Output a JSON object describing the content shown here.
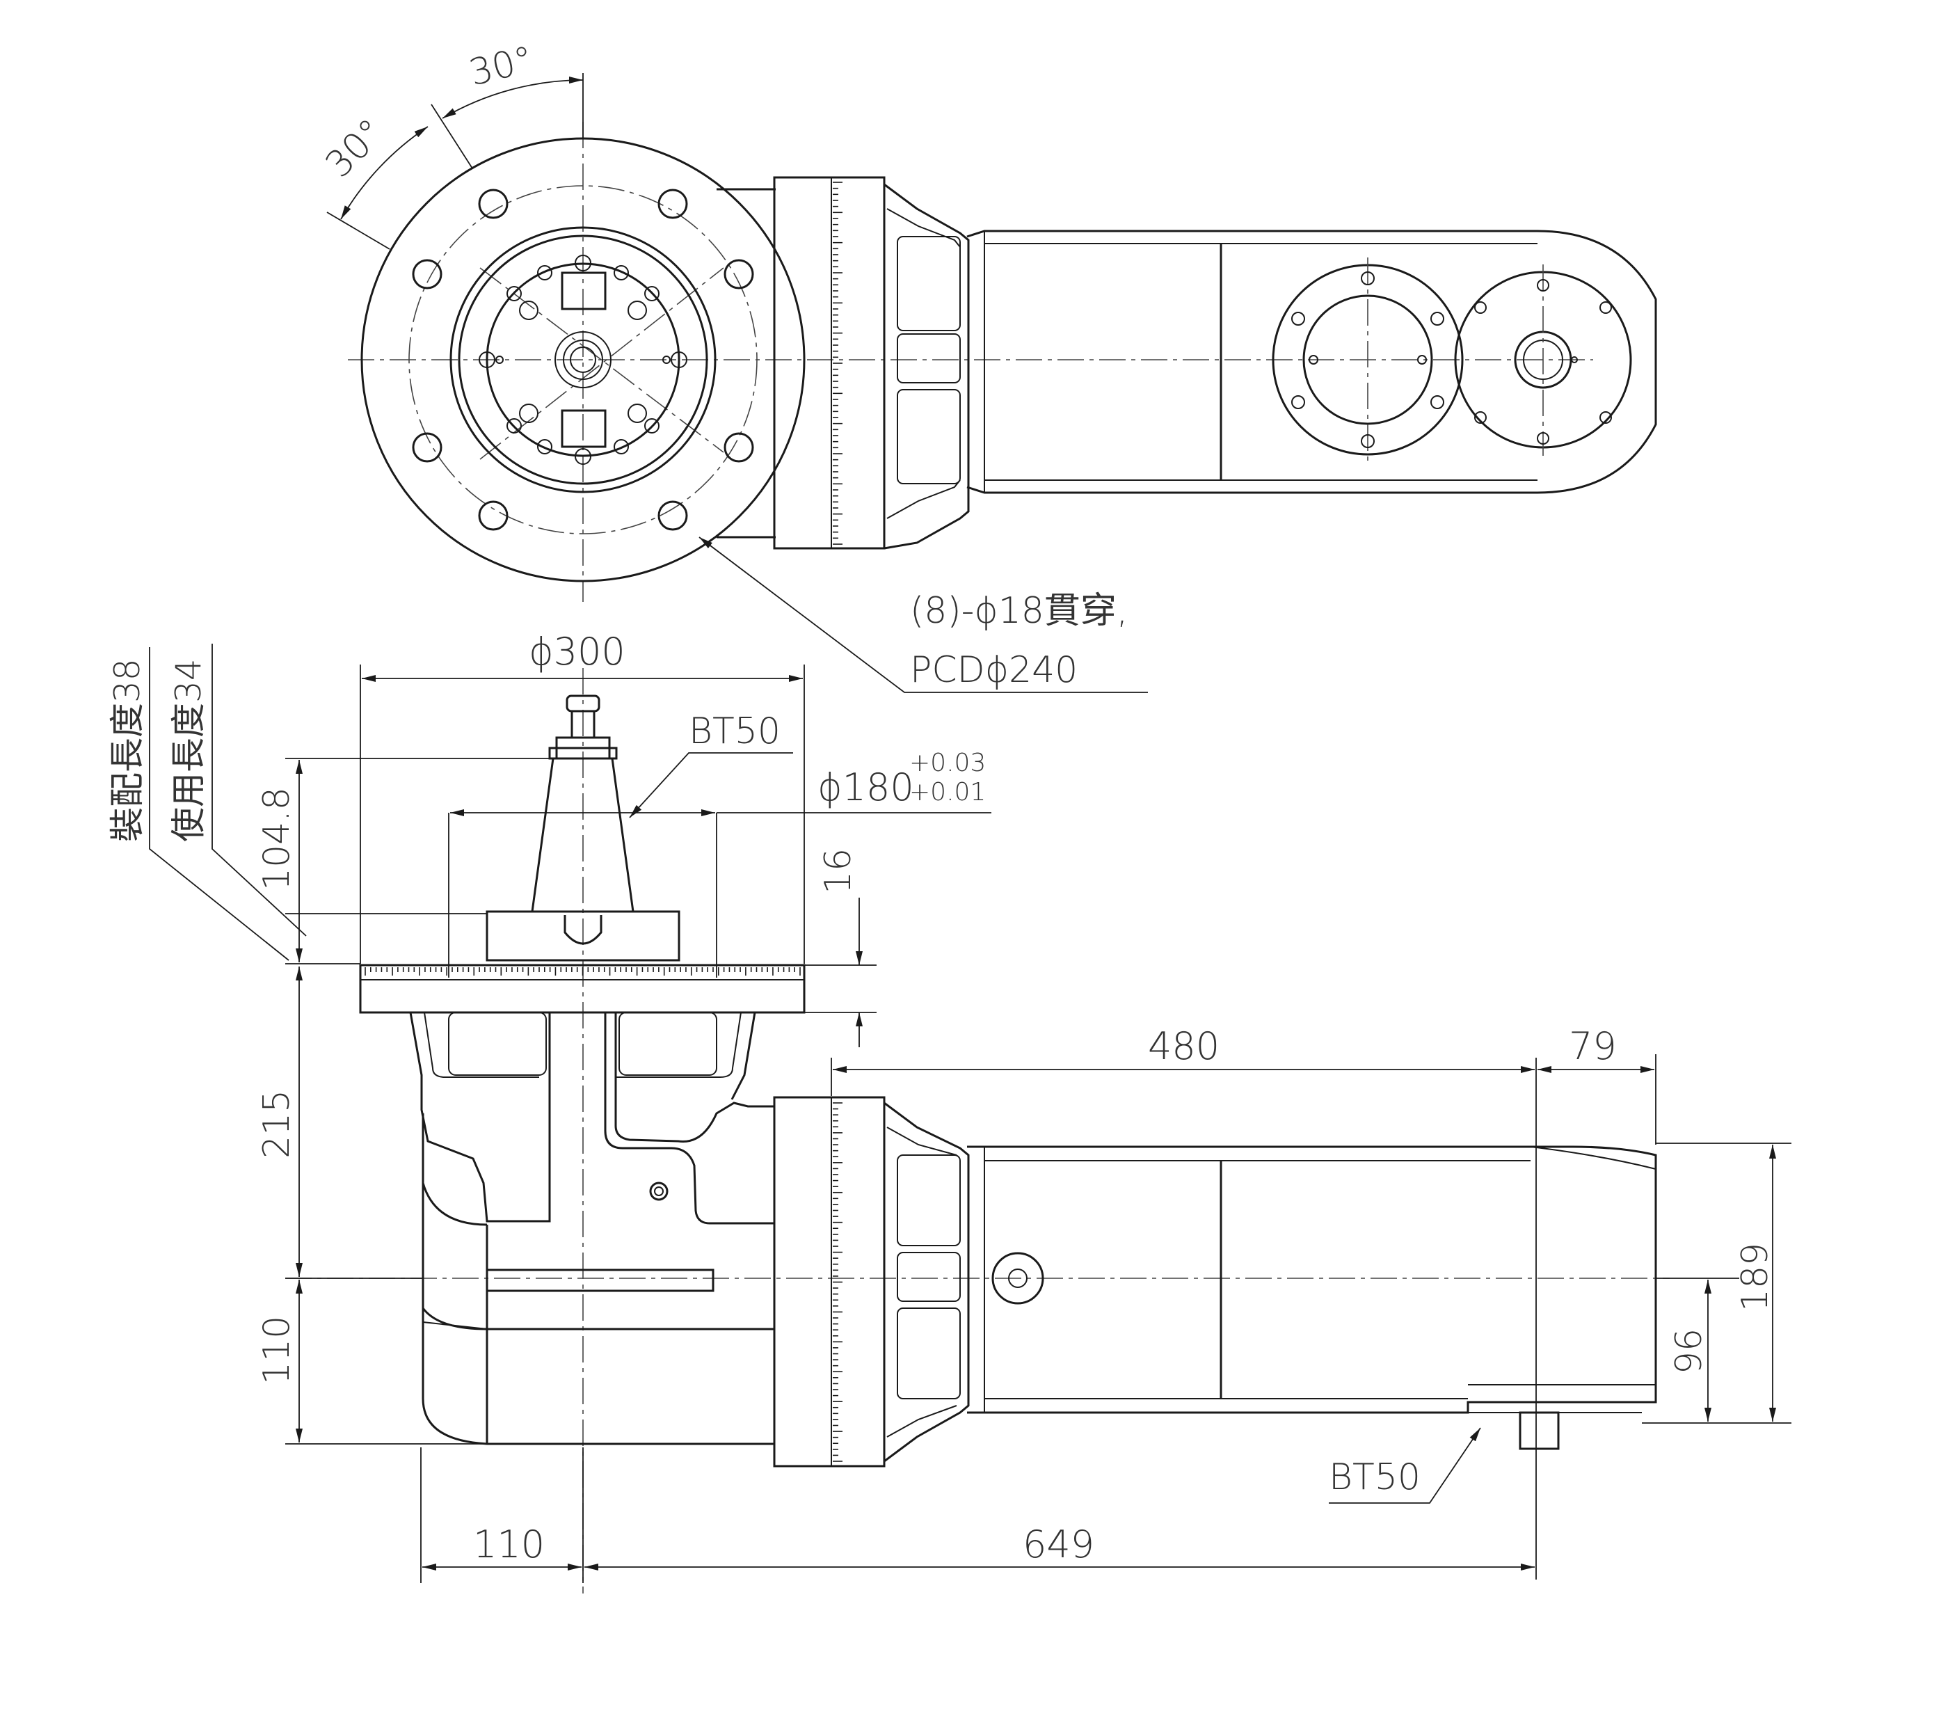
{
  "annotations": {
    "angle_a": "30°",
    "angle_b": "30°",
    "holes_note_1": "(8)-ϕ18貫穿,",
    "holes_note_2": "PCDϕ240",
    "dia_300": "ϕ300",
    "bt50_top": "BT50",
    "dia_180": "ϕ180",
    "tol_upper": "+0.03",
    "tol_lower": "+0.01",
    "assembly_length": "裝配長度38",
    "usage_length": "使用長度34",
    "dim_104_8": "104.8",
    "dim_16": "16",
    "dim_215": "215",
    "dim_110_v": "110",
    "dim_480": "480",
    "dim_79": "79",
    "dim_189": "189",
    "dim_96": "96",
    "bt50_bottom": "BT50",
    "dim_110_h": "110",
    "dim_649": "649"
  }
}
